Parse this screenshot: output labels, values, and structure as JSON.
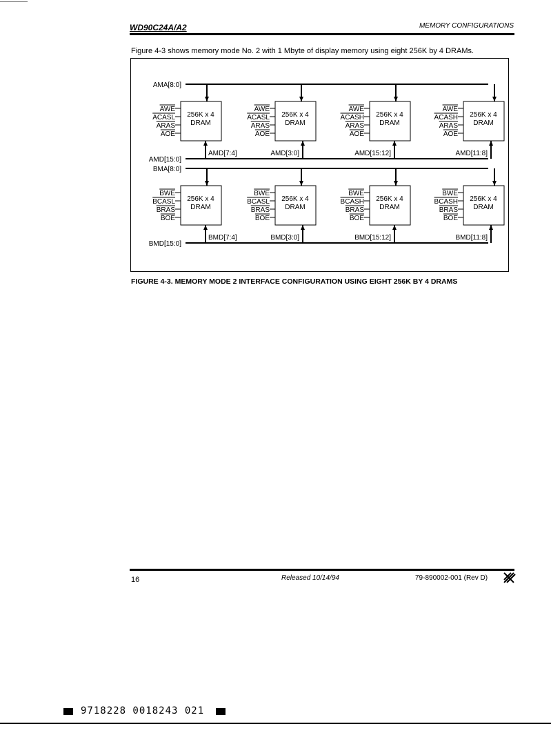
{
  "header": {
    "part": "WD90C24A/A2",
    "section": "MEMORY CONFIGURATIONS"
  },
  "intro_text": "Figure 4-3 shows memory mode No. 2 with 1 Mbyte of display memory using eight 256K by 4 DRAMs.",
  "figure": {
    "a_bank": {
      "addr_bus": "AMA[8:0]",
      "data_bus": "AMD[15:0]",
      "chips": [
        {
          "label1": "256K x 4",
          "label2": "DRAM",
          "pins": [
            "AWE",
            "ACASL",
            "ARAS",
            "AOE"
          ],
          "data": "AMD[7:4]"
        },
        {
          "label1": "256K x 4",
          "label2": "DRAM",
          "pins": [
            "AWE",
            "ACASL",
            "ARAS",
            "AOE"
          ],
          "data": "AMD[3:0]"
        },
        {
          "label1": "256K x 4",
          "label2": "DRAM",
          "pins": [
            "AWE",
            "ACASH",
            "ARAS",
            "AOE"
          ],
          "data": "AMD[15:12]"
        },
        {
          "label1": "256K x 4",
          "label2": "DRAM",
          "pins": [
            "AWE",
            "ACASH",
            "ARAS",
            "AOE"
          ],
          "data": "AMD[11:8]"
        }
      ]
    },
    "b_bank": {
      "addr_bus": "BMA[8:0]",
      "data_bus": "BMD[15:0]",
      "chips": [
        {
          "label1": "256K x 4",
          "label2": "DRAM",
          "pins": [
            "BWE",
            "BCASL",
            "BRAS",
            "BOE"
          ],
          "data": "BMD[7:4]"
        },
        {
          "label1": "256K x 4",
          "label2": "DRAM",
          "pins": [
            "BWE",
            "BCASL",
            "BRAS",
            "BOE"
          ],
          "data": "BMD[3:0]"
        },
        {
          "label1": "256K x 4",
          "label2": "DRAM",
          "pins": [
            "BWE",
            "BCASH",
            "BRAS",
            "BOE"
          ],
          "data": "BMD[15:12]"
        },
        {
          "label1": "256K x 4",
          "label2": "DRAM",
          "pins": [
            "BWE",
            "BCASH",
            "BRAS",
            "BOE"
          ],
          "data": "BMD[11:8]"
        }
      ]
    },
    "caption": "FIGURE 4-3.  MEMORY MODE 2 INTERFACE CONFIGURATION USING EIGHT 256K BY 4 DRAMS"
  },
  "footer": {
    "page": "16",
    "released": "Released  10/14/94",
    "doc_number": "79-890002-001 (Rev D)"
  },
  "barcode_text": "9718228 0018243 021"
}
